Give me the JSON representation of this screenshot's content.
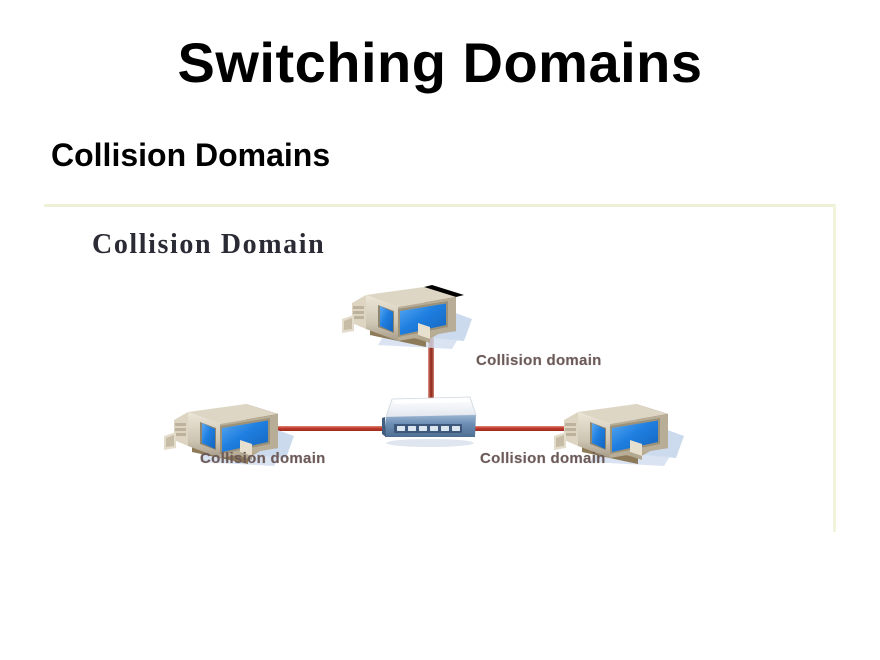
{
  "slide": {
    "title": "Switching Domains",
    "subtitle": "Collision Domains"
  },
  "diagram": {
    "heading": "Collision Domain",
    "nodes": [
      {
        "id": "pc-top",
        "type": "desktop-computer",
        "label": ""
      },
      {
        "id": "pc-left",
        "type": "desktop-computer",
        "label": ""
      },
      {
        "id": "pc-right",
        "type": "desktop-computer",
        "label": ""
      },
      {
        "id": "switch",
        "type": "network-switch",
        "label": ""
      }
    ],
    "links": [
      {
        "from": "pc-top",
        "to": "switch",
        "label": "Collision domain",
        "color": "#c0392b"
      },
      {
        "from": "pc-left",
        "to": "switch",
        "label": "Collision domain",
        "color": "#c0392b"
      },
      {
        "from": "pc-right",
        "to": "switch",
        "label": "Collision domain",
        "color": "#c0392b"
      }
    ],
    "labels": {
      "top": "Collision domain",
      "left": "Collision domain",
      "right": "Collision domain"
    },
    "colors": {
      "cable": "#c0392b",
      "screen": "#1f7fe0",
      "case": "#cfc6b4",
      "case_dark": "#6b4a2a",
      "switch_front": "#6e8fb5",
      "switch_top": "#f2f4f7",
      "label_text": "#6b5a58",
      "heading_text": "#2b2b35",
      "frame_border": "#eef0d8"
    }
  }
}
